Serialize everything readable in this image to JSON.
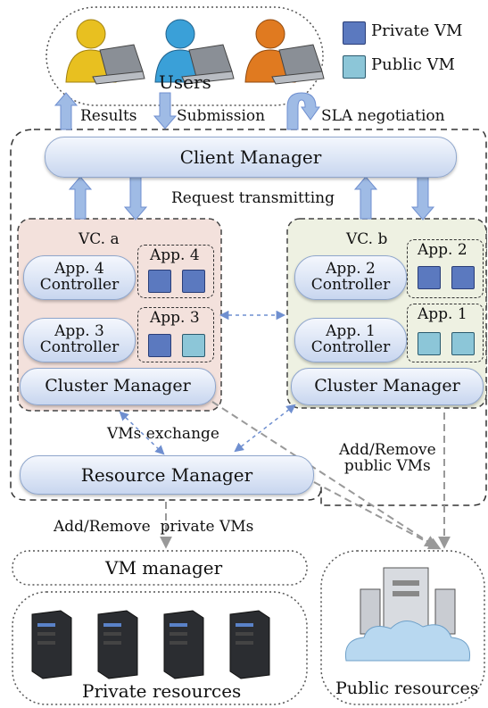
{
  "legend": {
    "private_vm": "Private VM",
    "public_vm": "Public VM",
    "private_color": "#5b79bf",
    "public_color": "#8cc6d8"
  },
  "users": {
    "label": "Users",
    "colors": [
      "#e8c020",
      "#3aa0d8",
      "#e07a20"
    ]
  },
  "arrows": {
    "results": "Results",
    "submission": "Submission",
    "sla": "SLA negotiation",
    "request": "Request transmitting",
    "vms_exchange": "VMs exchange",
    "add_remove_public": [
      "Add/Remove",
      "public VMs"
    ],
    "add_remove_private": "Add/Remove  private VMs"
  },
  "client_manager": "Client Manager",
  "vc_a": {
    "title": "VC. a",
    "controllers": [
      [
        "App. 4",
        "Controller"
      ],
      [
        "App. 3",
        "Controller"
      ]
    ],
    "apps": [
      "App. 4",
      "App. 3"
    ],
    "cluster_manager": "Cluster Manager",
    "bg": "#f3e1dc"
  },
  "vc_b": {
    "title": "VC. b",
    "controllers": [
      [
        "App. 2",
        "Controller"
      ],
      [
        "App. 1",
        "Controller"
      ]
    ],
    "apps": [
      "App. 2",
      "App. 1"
    ],
    "cluster_manager": "Cluster Manager",
    "bg": "#eef1e2"
  },
  "resource_manager": "Resource Manager",
  "vm_manager": "VM manager",
  "private_resources": "Private resources",
  "public_resources": "Public resources"
}
